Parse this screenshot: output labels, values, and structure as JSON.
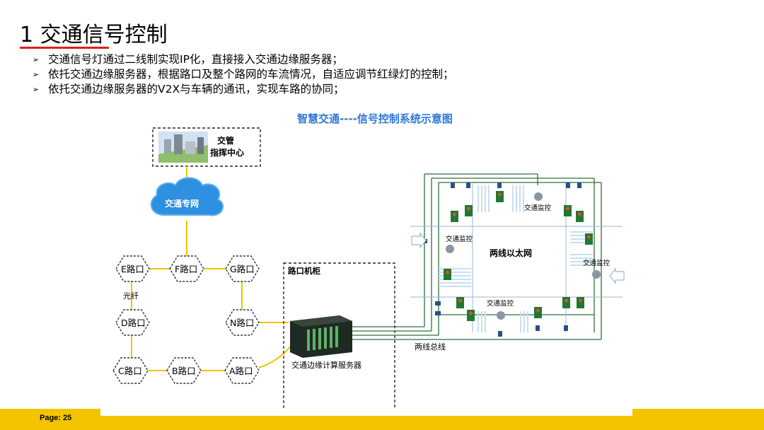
{
  "title": "1 交通信号控制",
  "bullets": [
    "交通信号灯通过二线制实现IP化，直接接入交通边缘服务器；",
    "依托交通边缘服务器，根据路口及整个路网的车流情况，自适应调节红绿灯的控制；",
    "依托交通边缘服务器的V2X与车辆的通讯，实现车路的协同；"
  ],
  "diagram": {
    "title": "智慧交通----信号控制系统示意图",
    "command_center_line1": "交管",
    "command_center_line2": "指挥中心",
    "network_cloud": "交通专网",
    "nodes": {
      "E": "E路口",
      "F": "F路口",
      "G": "G路口",
      "D": "D路口",
      "N": "N路口",
      "C": "C路口",
      "B": "B路口",
      "A": "A路口"
    },
    "fiber_label": "光纤",
    "cabinet_label": "路口机柜",
    "server_label": "交通边缘计算服务器",
    "two_wire_bus_label": "两线总线",
    "ethernet_label": "两线以太网",
    "monitor_labels": [
      "交通监控",
      "交通监控",
      "交通监控",
      "交通监控"
    ]
  },
  "footer": {
    "page": "Page: 25"
  },
  "colors": {
    "accent_red": "#e0201c",
    "footer_yellow": "#f5c400",
    "diagram_title_blue": "#2e77d8",
    "link_yellow": "#f2c200",
    "bus_green": "#2f6f3a"
  }
}
